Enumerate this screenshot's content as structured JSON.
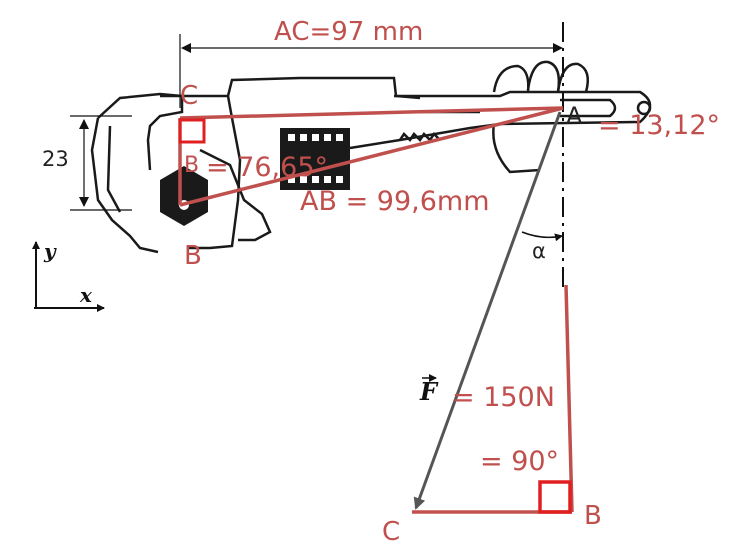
{
  "labels": {
    "ac_dimension": "AC=97 mm",
    "dim_23": "23",
    "point_c_top": "C",
    "point_a": "A",
    "point_b_top": "B",
    "angle_a": "= 13,12°",
    "angle_b": "= 76,65°",
    "ab_length": "AB = 99,6mm",
    "alpha": "α",
    "axis_y": "y",
    "axis_x": "x",
    "force_symbol": "F",
    "force_value": "= 150N",
    "angle_90": "= 90°",
    "point_c_bottom": "C",
    "point_b_bottom": "B",
    "angle_b_prefix": "B"
  },
  "colors": {
    "accent_red": "#c0504d",
    "force_grey": "#555555",
    "ink": "#1a1a1a"
  }
}
